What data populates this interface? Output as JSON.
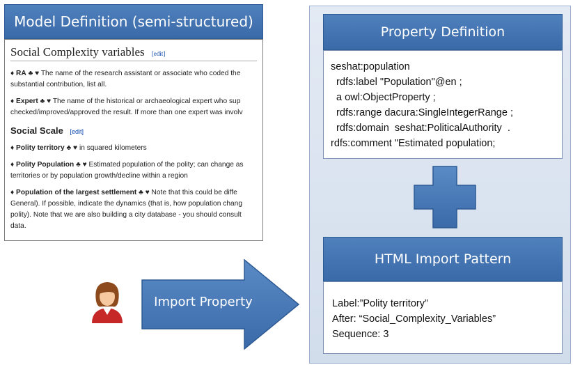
{
  "model_panel": {
    "title": "Model Definition (semi-structured)",
    "section_title": "Social Complexity variables",
    "edit_label": "[edit]",
    "entries_top": [
      {
        "label": "RA",
        "marks": "♣ ♥",
        "text_1": "The name of the research assistant or associate who coded the",
        "text_2": "substantial contribution, list all."
      },
      {
        "label": "Expert",
        "marks": "♣ ♥",
        "text_1": "The name of the historical or archaeological expert who sup",
        "text_2": "checked/improved/approved the result. If more than one expert was involv"
      }
    ],
    "subsection_title": "Social Scale",
    "entries_bottom": [
      {
        "label": "Polity territory",
        "marks": "♣ ♥",
        "text_1": "in squared kilometers"
      },
      {
        "label": "Polity Population",
        "marks": "♣ ♥",
        "text_1": "Estimated population of the polity; can change as",
        "text_2": "territories or by population growth/decline within a region"
      },
      {
        "label": "Population of the largest settlement",
        "marks": "♣ ♥",
        "text_1": "Note that this could be diffe",
        "text_2": "General). If possible, indicate the dynamics (that is, how population chang",
        "text_3": "polity). Note that we are also building a city database - you should consult",
        "text_4": "data."
      }
    ]
  },
  "arrow": {
    "label": "Import Property"
  },
  "property_definition": {
    "title": "Property Definition",
    "lines": [
      "seshat:population",
      "  rdfs:label \"Population\"@en ;",
      "  a owl:ObjectProperty ;",
      "  rdfs:range dacura:SingleIntegerRange ;",
      "  rdfs:domain  seshat:PoliticalAuthority  .",
      "rdfs:comment \"Estimated population;"
    ]
  },
  "import_pattern": {
    "title": "HTML Import Pattern",
    "lines": [
      "Label:”Polity territory”",
      "After: “Social_Complexity_Variables”",
      "Sequence: 3"
    ]
  },
  "colors": {
    "accent": "#4f81bd",
    "accent_dark": "#2d5a93",
    "panel_bg": "#dbe4f0"
  }
}
